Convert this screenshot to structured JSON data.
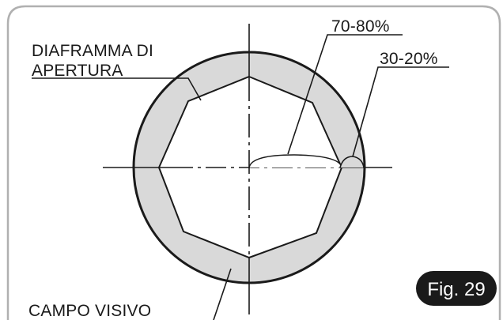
{
  "diagram": {
    "labels": {
      "aperture_line1": "DIAFRAMMA DI",
      "aperture_line2": "APERTURA",
      "percent_upper": "70-80%",
      "percent_lower": "30-20%",
      "field_of_view": "CAMPO VISIVO"
    },
    "figure_badge": "Fig. 29",
    "colors": {
      "ring_fill": "#d9d9d9",
      "line": "#1a1a1a",
      "badge": "#1a1a1a",
      "frame": "#b0b0b0"
    }
  }
}
